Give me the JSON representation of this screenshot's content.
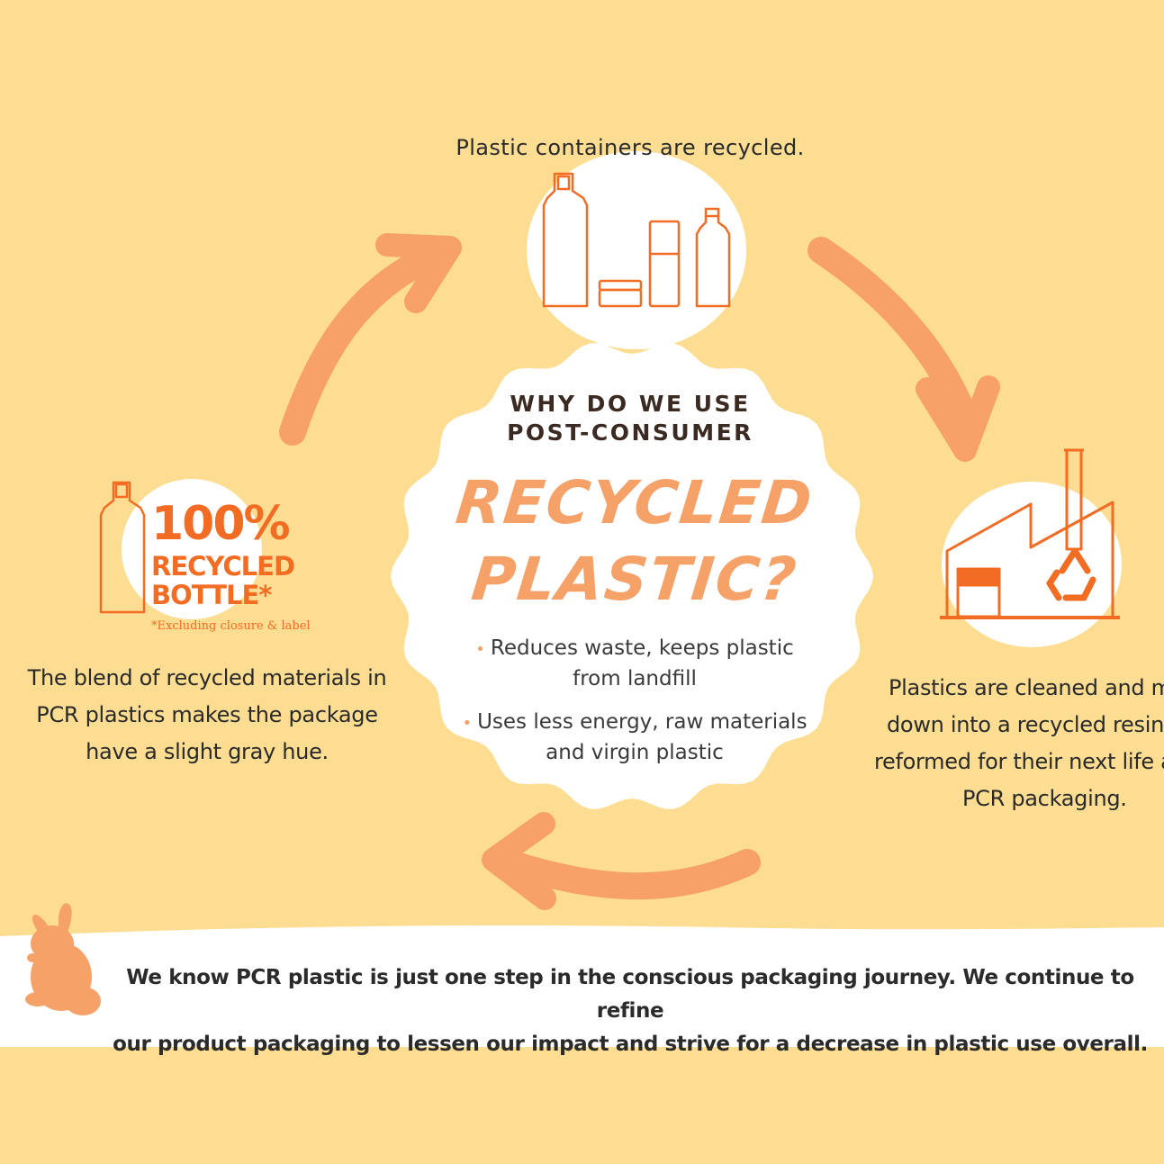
{
  "colors": {
    "background": "#FDDD91",
    "panel": "#FFFFFF",
    "arrow": "#F7A168",
    "accent": "#F26C24",
    "title": "#F5A168"
  },
  "steps": {
    "top_caption": "Plastic containers are recycled.",
    "right_caption": [
      "Plastics are cleaned and mel",
      "down into a recycled resin, t",
      "reformed for their next life as",
      "PCR packaging."
    ],
    "left_caption": [
      "The blend of recycled materials in",
      "PCR plastics makes the package",
      "have a slight gray hue."
    ]
  },
  "badge": {
    "percent": "100%",
    "line1": "RECYCLED",
    "line2": "BOTTLE",
    "asterisk": "*",
    "note": "*Excluding closure & label"
  },
  "center": {
    "heading_line1": "WHY DO WE USE",
    "heading_line2": "POST-CONSUMER",
    "title_line1": "RECYCLED",
    "title_line2": "PLASTIC?",
    "bullets": [
      [
        "Reduces waste, keeps plastic",
        "from landfill"
      ],
      [
        "Uses less energy, raw materials",
        "and virgin plastic"
      ]
    ]
  },
  "footer": {
    "line1": "We know PCR plastic is just one step in the conscious packaging journey. We continue to refine",
    "line2": "our product packaging to lessen our impact and strive for a decrease in plastic use overall."
  },
  "icons": {
    "containers": "plastic-containers-icon",
    "factory": "recycling-factory-icon",
    "bottle": "bottle-icon",
    "bunny": "bunny-icon",
    "recycle": "recycle-symbol-icon"
  }
}
